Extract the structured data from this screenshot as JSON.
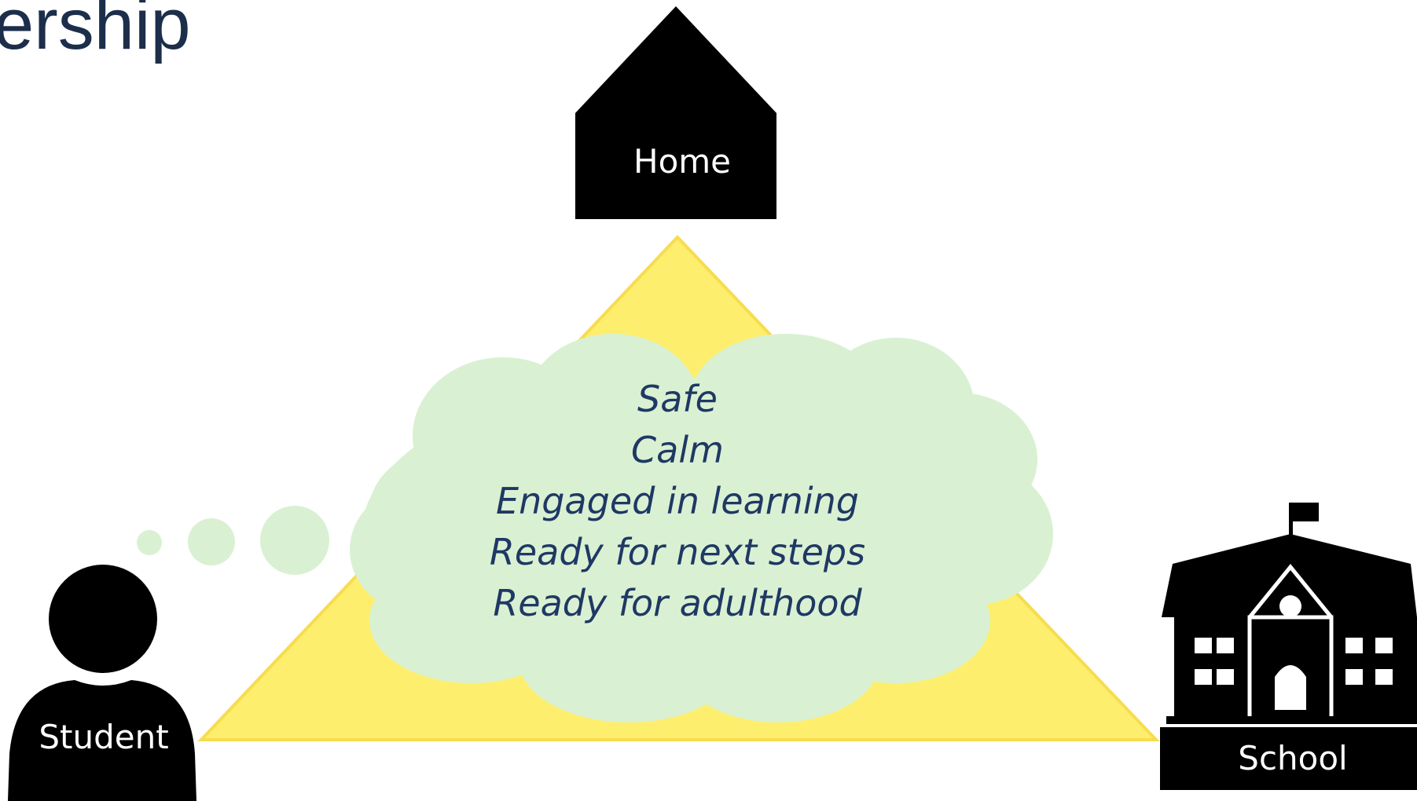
{
  "slide": {
    "title_fragment": "ership"
  },
  "diagram": {
    "home_label": "Home",
    "school_label": "School",
    "student_label": "Student",
    "thought_lines": [
      "Safe",
      "Calm",
      "Engaged in learning",
      "Ready for next steps",
      "Ready for adulthood"
    ]
  },
  "colors": {
    "title": "#1c2e4a",
    "triangle_fill": "#fdee6e",
    "triangle_edge": "#f7dc4f",
    "cloud_fill": "#d9f1d2",
    "cloud_text": "#1f3864",
    "icon_fill": "#000000",
    "icon_text": "#ffffff"
  },
  "icons": {
    "home": "house-icon",
    "school": "school-building-icon",
    "student": "person-icon",
    "thought": "thought-cloud"
  }
}
